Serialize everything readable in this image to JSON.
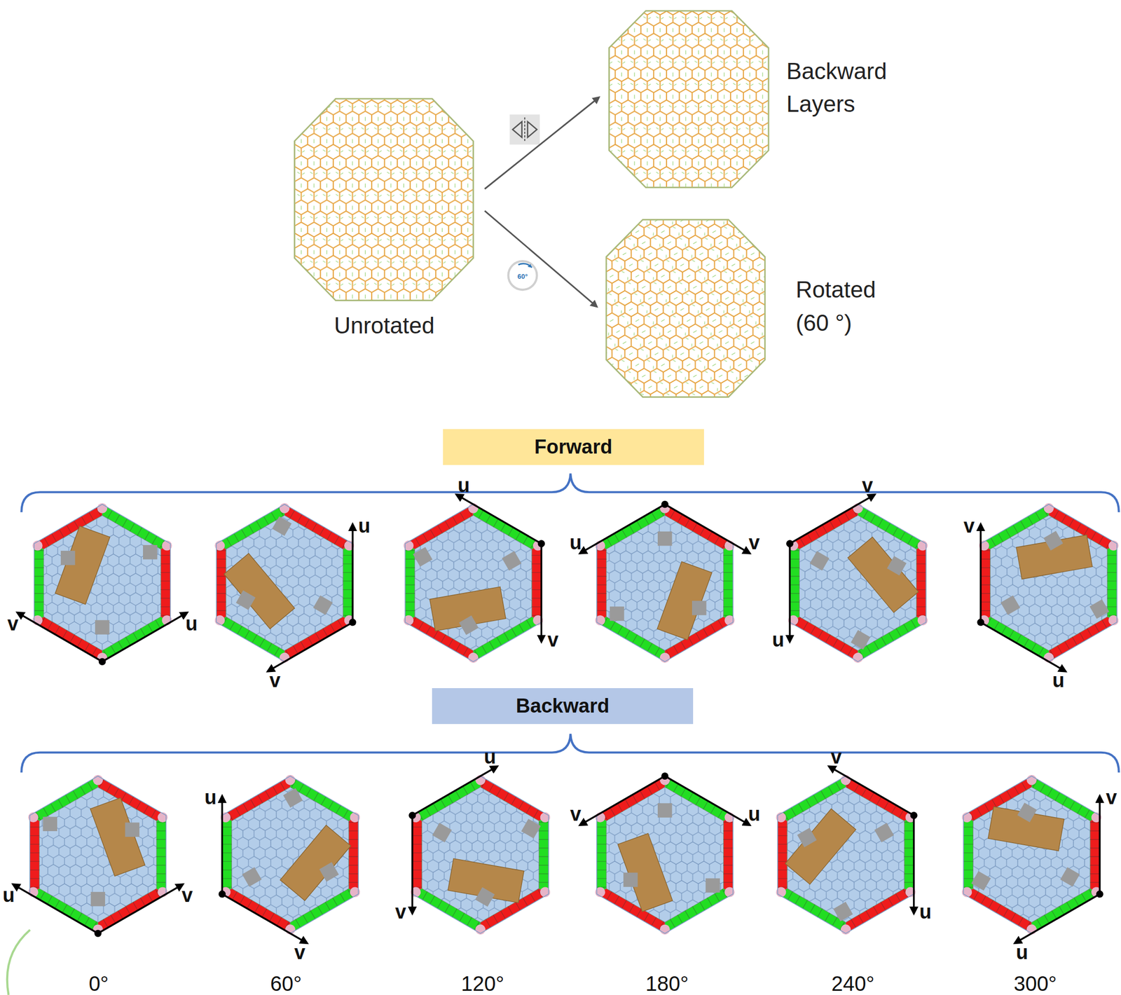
{
  "diagram": {
    "nodes": [
      {
        "text": [
          "Unrotated"
        ]
      },
      {
        "text": [
          "Backward Layers"
        ]
      },
      {
        "text": [
          "Rotated (60 °)"
        ]
      },
      {
        "text": [
          "Forward"
        ]
      },
      {
        "text": [
          "Backward"
        ]
      }
    ],
    "edges": [
      {
        "from": 0,
        "to": 1,
        "arrow": "to"
      },
      {
        "from": 0,
        "to": 2,
        "arrow": "to"
      }
    ],
    "labels": [
      "60°",
      "u",
      "v",
      "u",
      "v",
      "u",
      "v",
      "u",
      "v",
      "u",
      "v",
      "u",
      "v",
      "u",
      "v",
      "u",
      "v",
      "u",
      "v",
      "u",
      "v",
      "u",
      "v",
      "u",
      "v",
      "0°",
      "60°",
      "120°",
      "180°",
      "240°",
      "300°"
    ]
  }
}
